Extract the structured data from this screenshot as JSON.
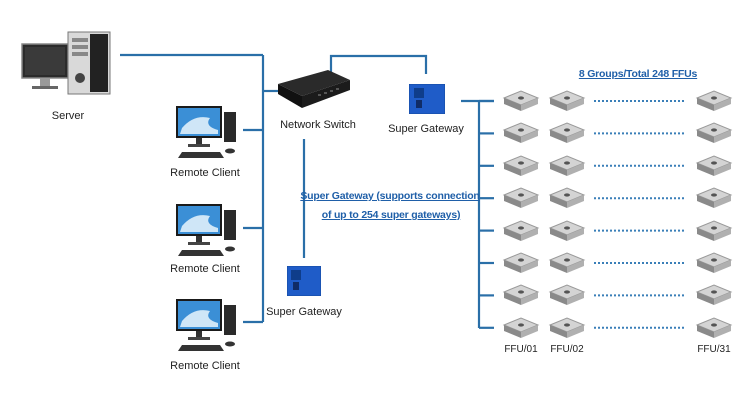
{
  "diagram": {
    "colors": {
      "wire": "#2a6fa8",
      "note_text": "#1f5fa8",
      "gateway": "#1f5cc8",
      "label_text": "#222222"
    },
    "server": {
      "label": "Server",
      "icon": "desktop-tower-icon"
    },
    "remote_clients": [
      {
        "label": "Remote Client",
        "icon": "desktop-computer-icon"
      },
      {
        "label": "Remote Client",
        "icon": "desktop-computer-icon"
      },
      {
        "label": "Remote Client",
        "icon": "desktop-computer-icon"
      }
    ],
    "network_switch": {
      "label": "Network Switch",
      "icon": "network-switch-icon"
    },
    "super_gateway_top": {
      "label": "Super Gateway",
      "icon": "gateway-box-icon"
    },
    "super_gateway_bottom": {
      "label": "Super Gateway",
      "icon": "gateway-box-icon"
    },
    "gateway_note": {
      "line1": "Super Gateway (supports connection",
      "line2": "of up to 254 super gateways)"
    },
    "ffu_summary": "8 Groups/Total 248 FFUs",
    "ffu_groups": 8,
    "ffu_columns_shown": [
      "FFU/01",
      "FFU/02",
      "FFU/31"
    ],
    "ffu_icon": "ffu-unit-icon"
  }
}
